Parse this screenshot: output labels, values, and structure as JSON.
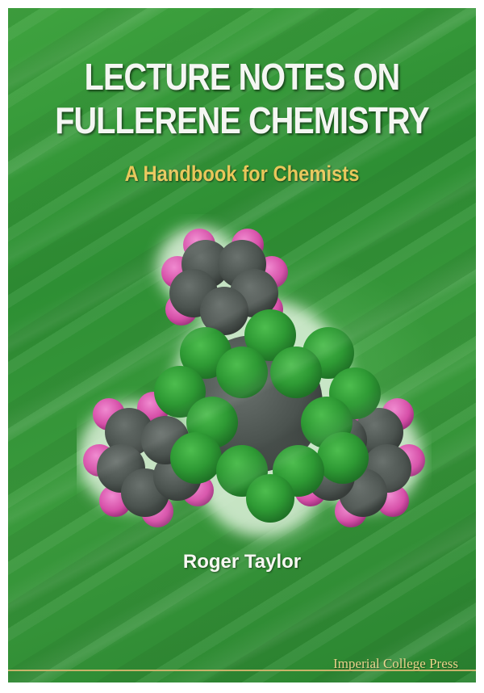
{
  "cover": {
    "title_line_1": "LECTURE NOTES ON",
    "title_line_2": "FULLERENE CHEMISTRY",
    "subtitle": "A Handbook for Chemists",
    "author": "Roger Taylor",
    "publisher": "Imperial College Press"
  },
  "colors": {
    "background_green": "#2e8f34",
    "title_text": "#f4f6f2",
    "subtitle_gold": "#e8c75a",
    "atom_green": "#2f9a35",
    "atom_carbon": "#4a524f",
    "atom_hydrogen": "#d64fa8"
  },
  "illustration": {
    "icon": "space-filling-molecule-icon"
  }
}
